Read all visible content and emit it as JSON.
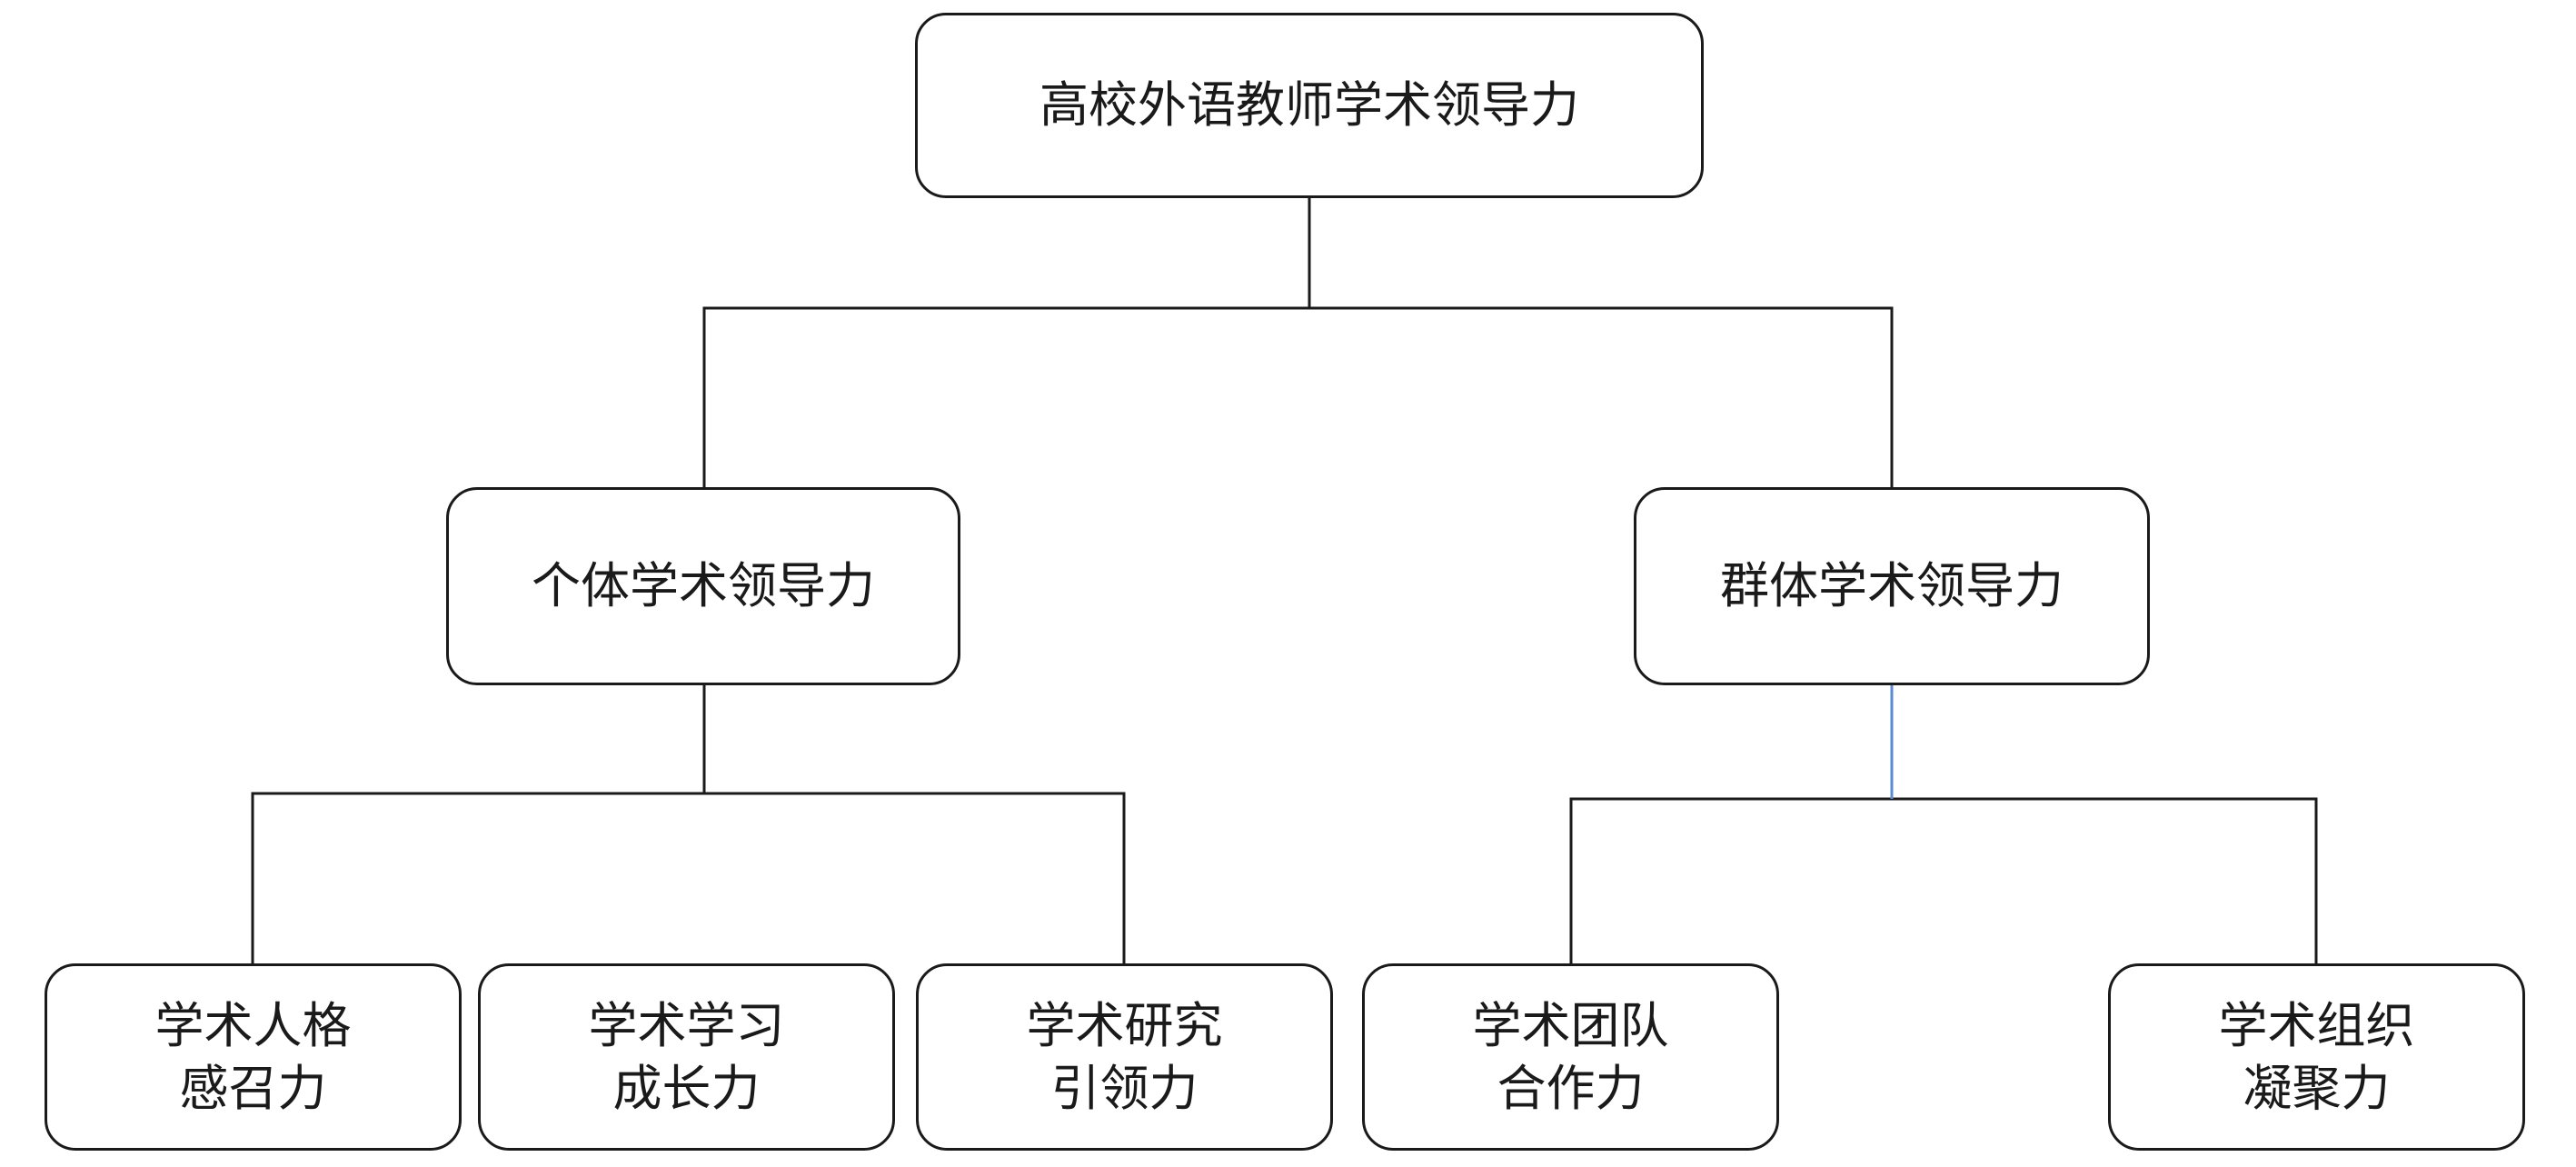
{
  "diagram": {
    "root": {
      "label": "高校外语教师学术领导力"
    },
    "branches": [
      {
        "label": "个体学术领导力",
        "children": [
          {
            "line1": "学术人格",
            "line2": "感召力"
          },
          {
            "line1": "学术学习",
            "line2": "成长力"
          },
          {
            "line1": "学术研究",
            "line2": "引领力"
          }
        ]
      },
      {
        "label": "群体学术领导力",
        "children": [
          {
            "line1": "学术团队",
            "line2": "合作力"
          },
          {
            "line1": "学术组织",
            "line2": "凝聚力"
          }
        ]
      }
    ],
    "colors": {
      "border": "#1a1a1a",
      "connector": "#1a1a1a",
      "accent_connector": "#5b8bd0"
    }
  }
}
